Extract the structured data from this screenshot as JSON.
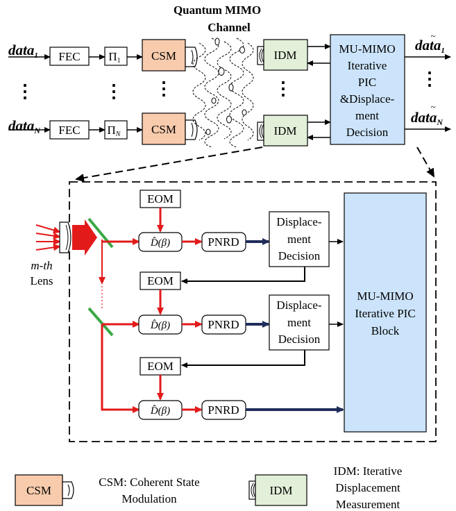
{
  "channel": {
    "title_line1": "Quantum MIMO",
    "title_line2": "Channel"
  },
  "inputs": {
    "data_word": "data",
    "sub_1": "1",
    "sub_N": "N",
    "fec": "FEC",
    "pi": "Π",
    "csm": "CSM",
    "dots": "⋮"
  },
  "receiver": {
    "idm": "IDM",
    "mumimo_lines": [
      "MU-MIMO",
      "Iterative",
      "PIC",
      "&Displace-",
      "ment",
      "Decision"
    ]
  },
  "outputs": {
    "tilde": "~",
    "data_word": "data",
    "sub_1": "1",
    "sub_N": "N"
  },
  "detail": {
    "eom": "EOM",
    "dop": "D̂(β)",
    "pnrd": "PNRD",
    "lens_line1": "m-th",
    "lens_line2": "Lens",
    "decision_lines": [
      "Displace-",
      "ment",
      "Decision"
    ],
    "pic_lines": [
      "MU-MIMO",
      "Iterative PIC",
      "Block"
    ]
  },
  "legend": {
    "csm_box": "CSM",
    "csm_desc_line1": "CSM: Coherent State",
    "csm_desc_line2": "Modulation",
    "idm_box": "IDM",
    "idm_desc_line1": "IDM: Iterative",
    "idm_desc_line2": "Displacement",
    "idm_desc_line3": "Measurement"
  },
  "colors": {
    "csm_fill": "#f8cbad",
    "idm_fill": "#e2efd9",
    "pic_fill": "#cce4fb",
    "red": "#e31a1a",
    "navy": "#1f2d5a",
    "green": "#3aa845"
  }
}
